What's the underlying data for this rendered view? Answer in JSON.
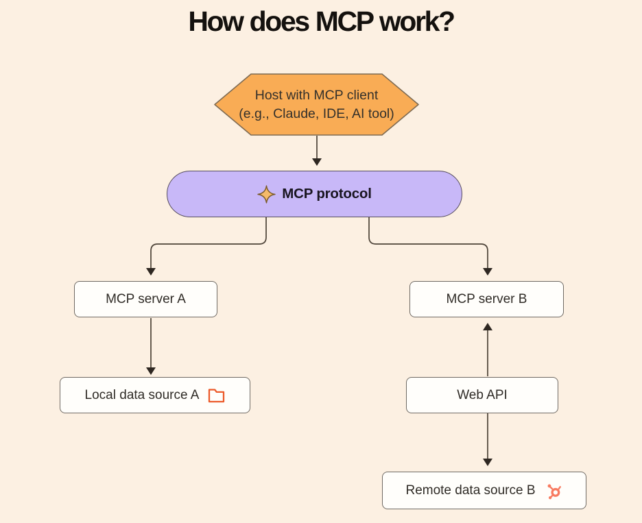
{
  "title": "How does MCP work?",
  "nodes": {
    "host": {
      "line1": "Host with MCP client",
      "line2": "(e.g., Claude, IDE, AI tool)",
      "shape": "hexagon"
    },
    "protocol": {
      "label": "MCP protocol",
      "icon": "sparkle-icon",
      "shape": "pill"
    },
    "server_a": {
      "label": "MCP server A",
      "shape": "rectangle"
    },
    "server_b": {
      "label": "MCP server B",
      "shape": "rectangle"
    },
    "local_source": {
      "label": "Local data source A",
      "icon": "folder-icon",
      "shape": "rectangle"
    },
    "web_api": {
      "label": "Web API",
      "shape": "rectangle"
    },
    "remote_source": {
      "label": "Remote data source B",
      "icon": "hubspot-icon",
      "shape": "rectangle"
    }
  },
  "edges": [
    {
      "from": "host",
      "to": "protocol",
      "arrow": "down"
    },
    {
      "from": "protocol",
      "to": "server_a",
      "arrow": "down"
    },
    {
      "from": "protocol",
      "to": "server_b",
      "arrow": "down"
    },
    {
      "from": "server_a",
      "to": "local_source",
      "arrow": "down"
    },
    {
      "from": "web_api",
      "to": "server_b",
      "arrow": "up"
    },
    {
      "from": "web_api",
      "to": "remote_source",
      "arrow": "down"
    }
  ],
  "colors": {
    "background": "#FCF0E2",
    "title_text": "#14110E",
    "hexagon_fill": "#F9AC55",
    "hexagon_border": "#7D6A52",
    "pill_fill": "#C8B8F8",
    "pill_border": "#554C5C",
    "box_fill": "#FFFEFB",
    "box_border": "#6E6963",
    "node_text": "#2F2B26",
    "connector_line": "#4C4237",
    "arrowhead": "#2E2721",
    "sparkle_fill": "#F5BA6A",
    "sparkle_stroke": "#7A5A28",
    "folder_icon": "#EC5A2A",
    "hubspot_icon": "#F87B61"
  }
}
